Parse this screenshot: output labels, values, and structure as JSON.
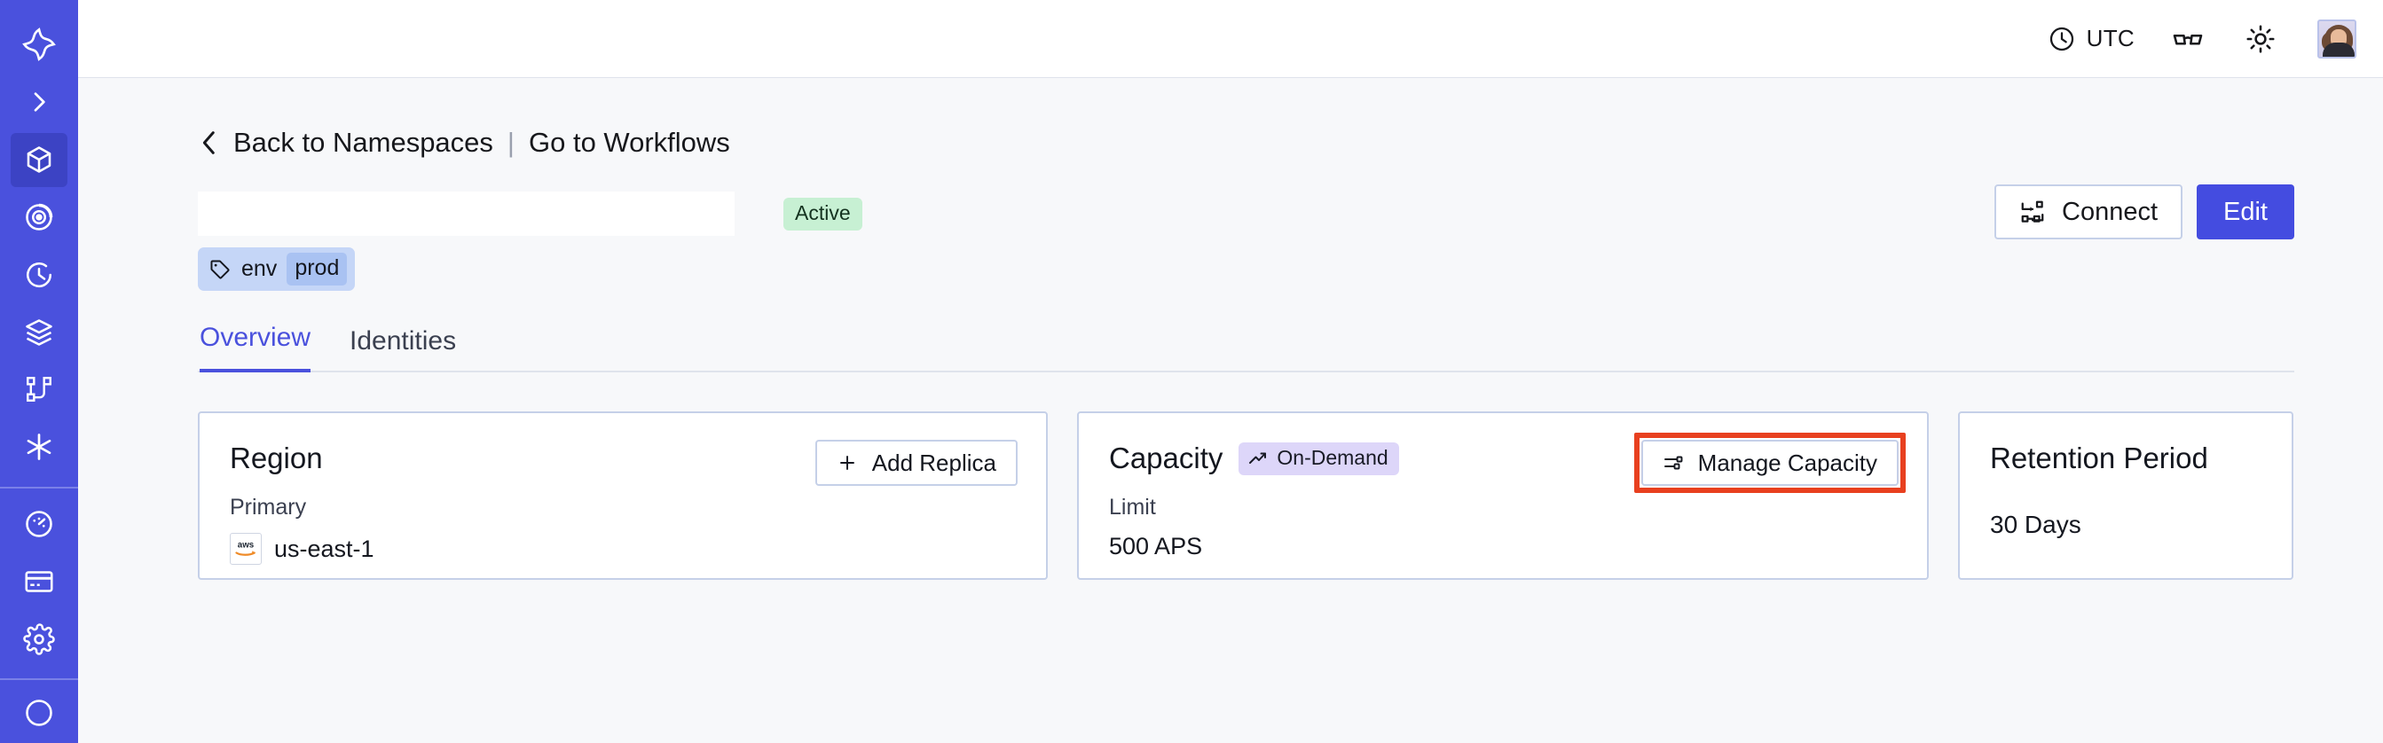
{
  "sidebar": {
    "logo": {
      "name": "temporal-logo-icon"
    },
    "items": [
      {
        "name": "expand-icon",
        "label": "Expand"
      },
      {
        "name": "namespaces-icon",
        "label": "Namespaces",
        "active": true
      },
      {
        "name": "eye-icon",
        "label": "Observability"
      },
      {
        "name": "schedules-icon",
        "label": "Schedules"
      },
      {
        "name": "layers-icon",
        "label": "Layers"
      },
      {
        "name": "workflows-icon",
        "label": "Workflows"
      },
      {
        "name": "asterisk-icon",
        "label": "Nexus"
      },
      {
        "name": "usage-icon",
        "label": "Usage"
      },
      {
        "name": "billing-icon",
        "label": "Billing"
      },
      {
        "name": "settings-icon",
        "label": "Settings"
      }
    ]
  },
  "topbar": {
    "timezone_label": "UTC",
    "timezone_icon": "clock-icon",
    "glasses_icon": "glasses-icon",
    "theme_icon": "sun-icon",
    "avatar_name": "user-avatar"
  },
  "breadcrumb": {
    "back_icon": "chevron-left-icon",
    "back_label": "Back to Namespaces",
    "separator": "|",
    "workflows_label": "Go to Workflows"
  },
  "header": {
    "namespace_name": "",
    "status_badge": "Active",
    "connect_label": "Connect",
    "connect_icon": "connect-icon",
    "edit_label": "Edit",
    "tag": {
      "icon": "tag-icon",
      "key": "env",
      "value": "prod"
    }
  },
  "tabs": [
    {
      "label": "Overview",
      "active": true
    },
    {
      "label": "Identities",
      "active": false
    }
  ],
  "cards": {
    "region": {
      "title": "Region",
      "button_label": "Add Replica",
      "button_icon": "plus-icon",
      "sub_label": "Primary",
      "provider_icon": "aws-logo-icon",
      "value": "us-east-1"
    },
    "capacity": {
      "title": "Capacity",
      "badge_label": "On-Demand",
      "badge_icon": "trend-up-icon",
      "button_label": "Manage Capacity",
      "button_icon": "sliders-icon",
      "sub_label": "Limit",
      "value": "500 APS"
    },
    "retention": {
      "title": "Retention Period",
      "value": "30 Days"
    }
  },
  "annotation": {
    "color": "#e8401f",
    "target": "manage-capacity-button"
  },
  "colors": {
    "sidebar": "#4a51dd",
    "accent": "#4a51dd",
    "edit_button": "#444ce0",
    "active_badge": "#c7f0d3",
    "ondemand_badge": "#ddd6f9",
    "tag_chip": "#c5d6f7",
    "page_bg": "#f7f8fa",
    "card_border": "#c5d0e8",
    "annotation": "#e8401f"
  }
}
